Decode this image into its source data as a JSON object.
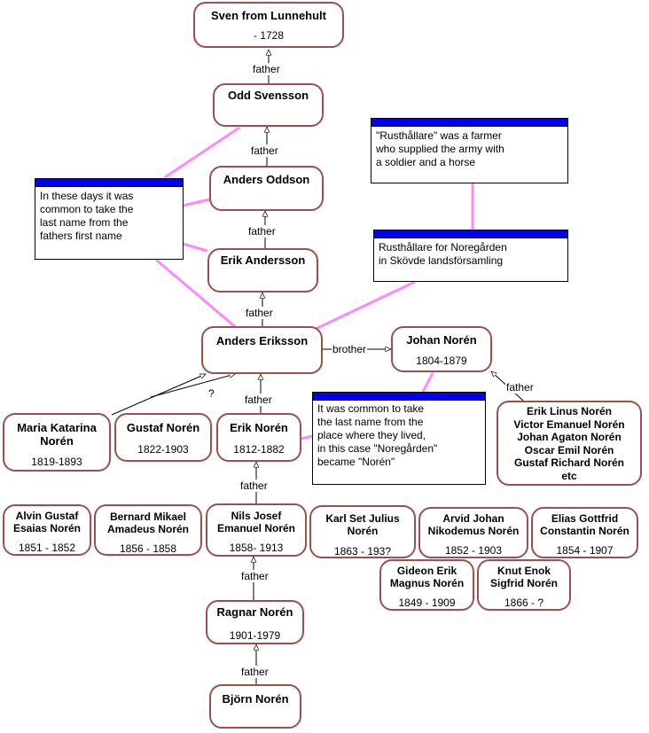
{
  "relations": {
    "father": "father",
    "brother": "brother",
    "unknown": "?"
  },
  "colors": {
    "person_border": "#9b5050",
    "note_link": "#ff88ff",
    "note_header": "#0000ee"
  },
  "people": {
    "sven": {
      "name": "Sven from Lunnehult",
      "years": "- 1728"
    },
    "odd": {
      "name": "Odd Svensson",
      "years": ""
    },
    "anders_o": {
      "name": "Anders Oddson",
      "years": ""
    },
    "erik_a": {
      "name": "Erik Andersson",
      "years": ""
    },
    "anders_e": {
      "name": "Anders Eriksson",
      "years": ""
    },
    "johan": {
      "name": "Johan Norén",
      "years": "1804-1879"
    },
    "maria": {
      "name": "Maria Katarina\nNorén",
      "years": "1819-1893"
    },
    "gustaf": {
      "name": "Gustaf Norén",
      "years": "1822-1903"
    },
    "erik_n": {
      "name": "Erik Norén",
      "years": "1812-1882"
    },
    "johan_kids": {
      "name": "Erik Linus Norén\nVictor Emanuel Norén\nJohan Agaton Norén\nOscar Emil Norén\nGustaf Richard Norén\netc",
      "years": ""
    },
    "alvin": {
      "name": "Alvin Gustaf\nEsaias Norén",
      "years": "1851 - 1852"
    },
    "bernard": {
      "name": "Bernard Mikael\nAmadeus Norén",
      "years": "1856 - 1858"
    },
    "nils": {
      "name": "Nils Josef\nEmanuel Norén",
      "years": "1858- 1913"
    },
    "karl": {
      "name": "Karl Set Julius\nNorén",
      "years": "1863 - 193?"
    },
    "arvid": {
      "name": "Arvid Johan\nNikodemus Norén",
      "years": "1852 - 1903"
    },
    "elias": {
      "name": "Elias Gottfrid\nConstantin Norén",
      "years": "1854 - 1907"
    },
    "gideon": {
      "name": "Gideon Erik\nMagnus Norén",
      "years": "1849 - 1909"
    },
    "knut": {
      "name": "Knut Enok\nSigfrid Norén",
      "years": "1866 - ?"
    },
    "ragnar": {
      "name": "Ragnar Norén",
      "years": "1901-1979"
    },
    "bjorn": {
      "name": "Björn Norén",
      "years": ""
    }
  },
  "notes": {
    "lastname": "In these days it was\ncommon to take the\nlast name from the\nfathers first name",
    "rusthallare_def": "\"Rusthållare\" was a farmer\nwho supplied the army with\na soldier and a horse",
    "rusthallare_for": "Rusthållare for Noregården\nin Skövde landsförsamling",
    "placename": "It was common to take\nthe last name from the\nplace where they lived,\nin this case \"Noregården\"\nbecame \"Norén\""
  }
}
